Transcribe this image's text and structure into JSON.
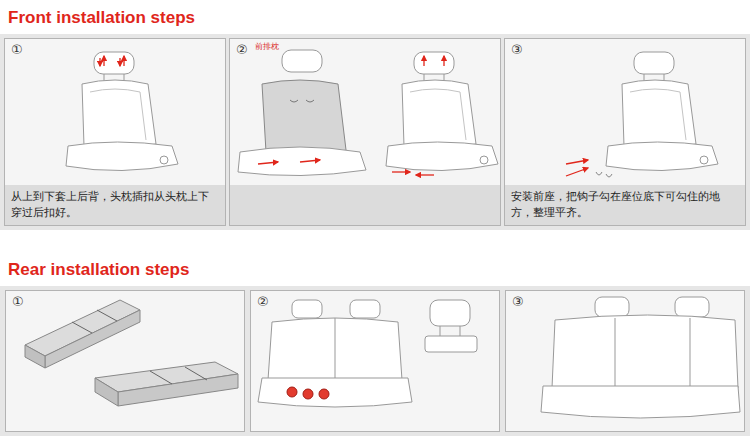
{
  "diagram": {
    "nodes": [
      {
        "text": [
          "①",
          "从上到下套上后背，头枕插扣从头枕上下穿过后扣好。"
        ]
      },
      {
        "text": [
          "②"
        ]
      },
      {
        "text": [
          "③",
          "安装前座，把钩子勾在座位底下可勾住的地方，整理平齐。"
        ]
      },
      {
        "text": [
          "①"
        ]
      },
      {
        "text": [
          "②"
        ]
      },
      {
        "text": [
          "③"
        ]
      }
    ],
    "labels": [
      "Front installation steps",
      "Rear installation steps",
      "前排枕"
    ]
  }
}
